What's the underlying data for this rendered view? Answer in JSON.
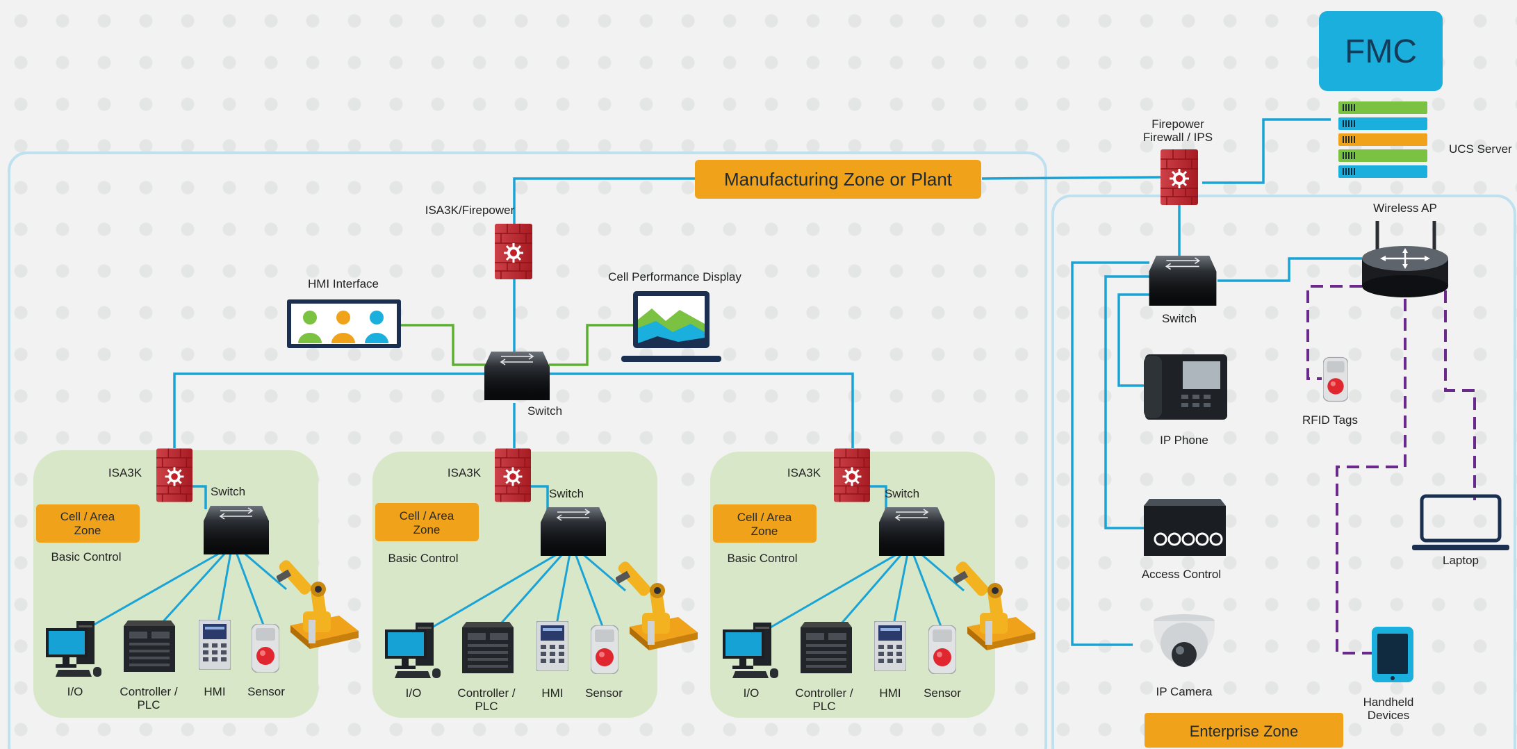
{
  "title": "Manufacturing Zone or Plant",
  "fmc": {
    "label": "FMC",
    "server_label": "UCS Server"
  },
  "firewall_label": "Firepower Firewall / IPS",
  "firewall_lines": [
    "Firepower",
    "Firewall / IPS"
  ],
  "isa3k_firepower_label": "ISA3K/Firepower",
  "hmi_interface_label": "HMI Interface",
  "cell_perf_label": "Cell Performance Display",
  "switch_label": "Switch",
  "cells": [
    {
      "isa_label": "ISA3K",
      "switch_label": "Switch",
      "zone_lines": [
        "Cell / Area",
        "Zone"
      ],
      "control_label": "Basic Control",
      "devices": [
        "I/O",
        "Controller / PLC",
        "HMI",
        "Sensor"
      ],
      "controller_lines": [
        "Controller /",
        "PLC"
      ]
    },
    {
      "isa_label": "ISA3K",
      "switch_label": "Switch",
      "zone_lines": [
        "Cell / Area",
        "Zone"
      ],
      "control_label": "Basic Control",
      "devices": [
        "I/O",
        "Controller / PLC",
        "HMI",
        "Sensor"
      ],
      "controller_lines": [
        "Controller /",
        "PLC"
      ]
    },
    {
      "isa_label": "ISA3K",
      "switch_label": "Switch",
      "zone_lines": [
        "Cell / Area",
        "Zone"
      ],
      "control_label": "Basic Control",
      "devices": [
        "I/O",
        "Controller / PLC",
        "HMI",
        "Sensor"
      ],
      "controller_lines": [
        "Controller /",
        "PLC"
      ]
    }
  ],
  "enterprise": {
    "zone_label": "Enterprise Zone",
    "switch_label": "Switch",
    "wireless_ap_label": "Wireless AP",
    "ip_phone_label": "IP Phone",
    "rfid_label": "RFID Tags",
    "access_control_label": "Access Control",
    "ip_camera_label": "IP Camera",
    "laptop_label": "Laptop",
    "handheld_label": "Handheld Devices",
    "handheld_lines": [
      "Handheld",
      "Devices"
    ]
  },
  "colors": {
    "link_blue": "#1aa3d6",
    "link_green": "#5cb030",
    "wireless_purple": "#6a2a8c",
    "banner_orange": "#f0a21a",
    "zone_bg": "#d8e8c8",
    "fmc_cyan": "#1aafdc",
    "firewall_red": "#c8202a",
    "server_stripes": [
      "#7cc242",
      "#1aafdc",
      "#f0a21a",
      "#7cc242",
      "#1aafdc"
    ]
  },
  "icons": [
    "firewall-icon",
    "switch-icon",
    "hmi-people-icon",
    "laptop-chart-icon",
    "pc-icon",
    "controller-icon",
    "hmi-panel-icon",
    "sensor-icon",
    "robot-arm-icon",
    "router-icon",
    "ip-phone-icon",
    "rfid-icon",
    "access-control-icon",
    "ip-camera-icon",
    "laptop-icon",
    "tablet-icon",
    "server-icon"
  ]
}
